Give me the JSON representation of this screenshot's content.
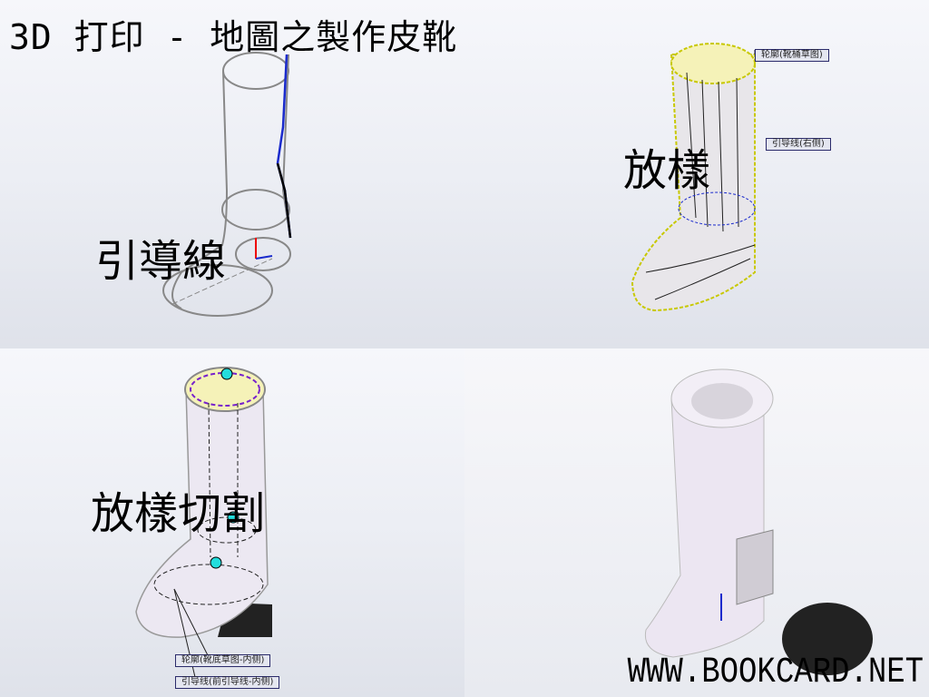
{
  "title": "3D 打印 - 地圖之製作皮靴",
  "panels": {
    "guide": {
      "label": "引導線"
    },
    "loft": {
      "label": "放樣",
      "callouts": [
        "轮廓(靴桶草图)",
        "引导线(右侧)"
      ]
    },
    "loft_cut": {
      "label": "放樣切割",
      "callouts": [
        "轮廓(靴底草图-内侧)",
        "引导线(前引导线-内侧)"
      ]
    },
    "final": {}
  },
  "footer": "WWW.BOOKCARD.NET",
  "colors": {
    "sketch": "#808080",
    "guide": "#1a2acc",
    "shell": "#f3f0c0",
    "boot": "#e9e4f0"
  }
}
